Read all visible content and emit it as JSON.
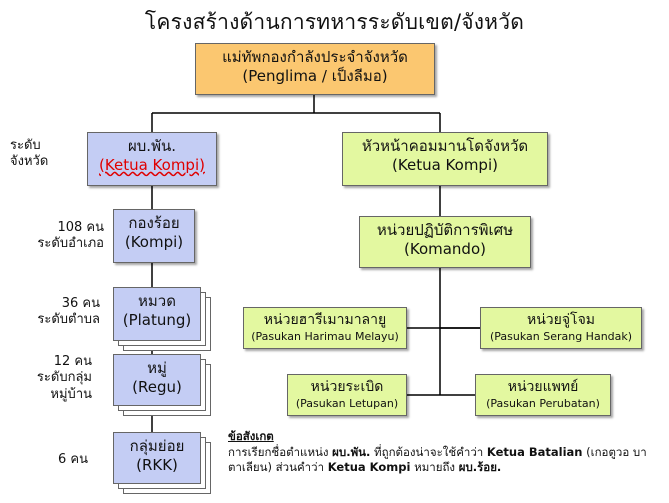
{
  "title": "โครงสร้างด้านการทหารระดับเขต/จังหวัด",
  "top": {
    "line1": "แม่ทัพกองกำลังประจำจังหวัด",
    "line2": "(Penglima / เป็งลีมอ)"
  },
  "left_chain": [
    {
      "level_label_1": "ระดับ",
      "level_label_2": "จังหวัด",
      "thai": "ผบ.พัน.",
      "sub": "(Ketua Kompi)"
    },
    {
      "level_label_1": "108 คน",
      "level_label_2": "ระดับอำเภอ",
      "thai": "กองร้อย",
      "sub": "(Kompi)"
    },
    {
      "level_label_1": "36 คน",
      "level_label_2": "ระดับตำบล",
      "thai": "หมวด",
      "sub": "(Platung)"
    },
    {
      "level_label_1": "12 คน",
      "level_label_2": "ระดับกลุ่ม",
      "level_label_3": "หมู่บ้าน",
      "thai": "หมู่",
      "sub": "(Regu)"
    },
    {
      "level_label_1": "6 คน",
      "thai": "กลุ่มย่อย",
      "sub": "(RKK)"
    }
  ],
  "right_chain": {
    "commander": {
      "thai": "หัวหน้าคอมมานโดจังหวัด",
      "sub": "(Ketua Kompi)"
    },
    "special": {
      "thai": "หน่วยปฏิบัติการพิเศษ",
      "sub": "(Komando)"
    },
    "units": [
      {
        "thai": "หน่วยฮารีเมามาลายู",
        "sub": "(Pasukan Harimau Melayu)"
      },
      {
        "thai": "หน่วยจู่โจม",
        "sub": "(Pasukan Serang Handak)"
      },
      {
        "thai": "หน่วยระเบิด",
        "sub": "(Pasukan Letupan)"
      },
      {
        "thai": "หน่วยแพทย์",
        "sub": "(Pasukan Perubatan)"
      }
    ]
  },
  "note": {
    "heading": "ข้อสังเกต",
    "t1": "การเรียกชื่อตำแหน่ง ",
    "b1": "ผบ.พัน.",
    "t2": " ที่ถูกต้องน่าจะใช้คำว่า ",
    "b2": "Ketua Batalian",
    "t3": " (เกอตูวอ บาตาเลียน) ส่วนคำว่า ",
    "b3": "Ketua Kompi",
    "t4": " หมายถึง ",
    "b4": "ผบ.ร้อย."
  },
  "colors": {
    "orange": "#fbc770",
    "blue": "#c4cdf4",
    "green": "#e3f8a0",
    "red_text": "#e00000"
  }
}
